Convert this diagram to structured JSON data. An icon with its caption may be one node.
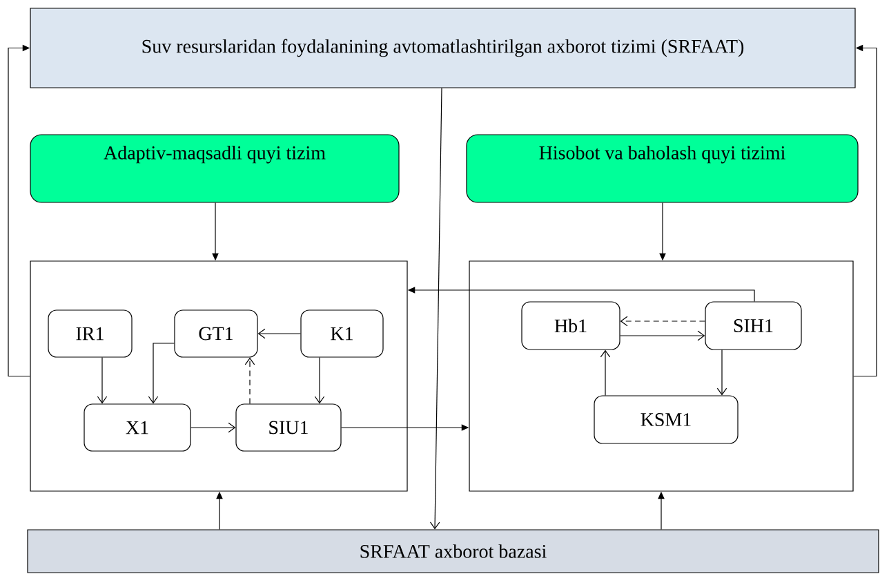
{
  "diagram": {
    "nodes": [
      {
        "text": [
          "Suv resurslaridan foydalanining avtomatlashtirilgan axborot tizimi (SRFAAT)"
        ]
      },
      {
        "text": [
          "Adaptiv-maqsadli quyi tizim"
        ]
      },
      {
        "text": [
          "Hisobot va baholash quyi tizimi"
        ]
      },
      {
        "text": [],
        "shape": "box"
      },
      {
        "text": [
          "IR1"
        ],
        "in": 3
      },
      {
        "text": [
          "GT1"
        ],
        "in": 3
      },
      {
        "text": [
          "K1"
        ],
        "in": 3
      },
      {
        "text": [
          "X1"
        ],
        "in": 3
      },
      {
        "text": [
          "SIU1"
        ],
        "in": 3
      },
      {
        "text": [],
        "shape": "box"
      },
      {
        "text": [
          "Hb1"
        ],
        "in": 9
      },
      {
        "text": [
          "SIH1"
        ],
        "in": 9
      },
      {
        "text": [
          "KSM1"
        ],
        "in": 9
      },
      {
        "text": [
          "SRFAAT axborot bazasi"
        ]
      }
    ],
    "edges": [
      {
        "from": 3,
        "to": 0,
        "arrow": "to"
      },
      {
        "from": 9,
        "to": 0,
        "arrow": "to"
      },
      {
        "from": 0,
        "to": 13,
        "arrow": "to"
      },
      {
        "from": 1,
        "to": 3,
        "arrow": "to"
      },
      {
        "from": 2,
        "to": 9,
        "arrow": "to"
      },
      {
        "from": 13,
        "to": 3,
        "arrow": "to"
      },
      {
        "from": 13,
        "to": 9,
        "arrow": "to"
      },
      {
        "from": 11,
        "to": 3,
        "arrow": "to"
      },
      {
        "from": 8,
        "to": 9,
        "arrow": "to"
      },
      {
        "from": 4,
        "to": 7,
        "arrow": "to"
      },
      {
        "from": 5,
        "to": 7,
        "arrow": "to"
      },
      {
        "from": 6,
        "to": 5,
        "arrow": "to"
      },
      {
        "from": 6,
        "to": 8,
        "arrow": "to"
      },
      {
        "from": 7,
        "to": 8,
        "arrow": "to"
      },
      {
        "from": 8,
        "to": 5,
        "arrow": "to",
        "style": "dashed"
      },
      {
        "from": 11,
        "to": 10,
        "arrow": "to",
        "style": "dashed"
      },
      {
        "from": 10,
        "to": 11,
        "arrow": "to"
      },
      {
        "from": 11,
        "to": 12,
        "arrow": "to"
      },
      {
        "from": 12,
        "to": 10,
        "arrow": "to"
      }
    ]
  }
}
